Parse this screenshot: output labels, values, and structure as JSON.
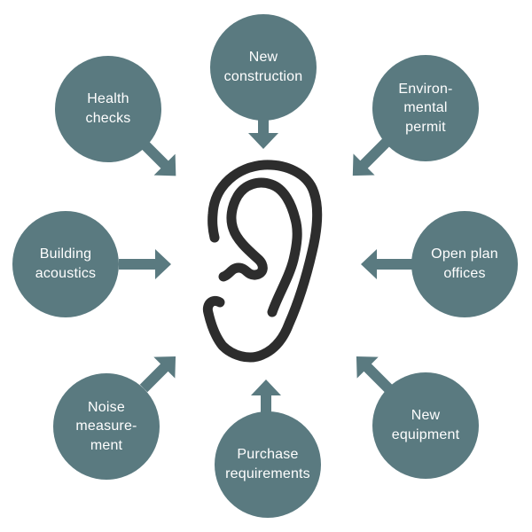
{
  "diagram_type": "radial-hub-and-spokes",
  "colors": {
    "node_fill": "#5a7a80",
    "label_text": "#ffffff",
    "ear_outline": "#2d2d2d",
    "background": "#ffffff"
  },
  "center": {
    "icon": "ear-icon"
  },
  "nodes": [
    {
      "id": "new-construction",
      "position": "top",
      "label": "New\nconstruction"
    },
    {
      "id": "environmental-permit",
      "position": "top-right",
      "label": "Environ-\nmental\npermit"
    },
    {
      "id": "open-plan-offices",
      "position": "right",
      "label": "Open plan\noffices"
    },
    {
      "id": "new-equipment",
      "position": "bottom-right",
      "label": "New\nequipment"
    },
    {
      "id": "purchase-requirements",
      "position": "bottom",
      "label": "Purchase\nrequirements"
    },
    {
      "id": "noise-measurement",
      "position": "bottom-left",
      "label": "Noise\nmeasure-\nment"
    },
    {
      "id": "building-acoustics",
      "position": "left",
      "label": "Building\nacoustics"
    },
    {
      "id": "health-checks",
      "position": "top-left",
      "label": "Health\nchecks"
    }
  ]
}
